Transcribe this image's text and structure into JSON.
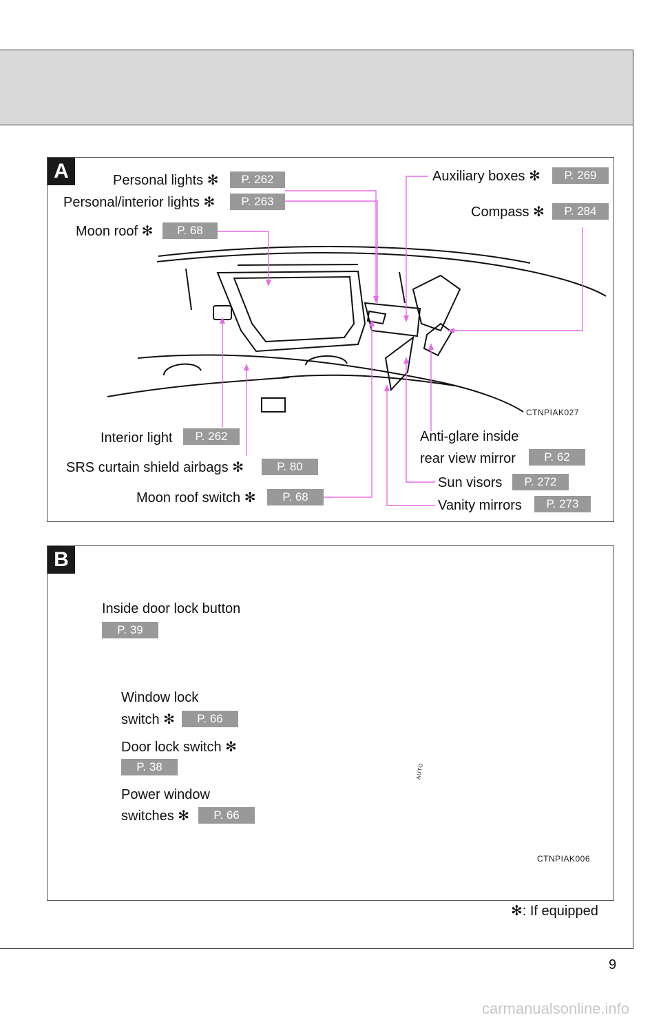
{
  "star": "✻",
  "panel_a": {
    "tag": "A",
    "personal_lights": {
      "label": "Personal lights",
      "page": "P. 262"
    },
    "personal_interior_lights": {
      "label": "Personal/interior lights",
      "page": "P. 263"
    },
    "moon_roof": {
      "label": "Moon roof",
      "page": "P. 68"
    },
    "auxiliary_boxes": {
      "label": "Auxiliary boxes",
      "page": "P. 269"
    },
    "compass": {
      "label": "Compass",
      "page": "P. 284"
    },
    "interior_light": {
      "label": "Interior light",
      "page": "P. 262"
    },
    "srs_airbags": {
      "label": "SRS curtain shield airbags",
      "page": "P. 80"
    },
    "moon_roof_switch": {
      "label": "Moon roof switch",
      "page": "P. 68"
    },
    "anti_glare_mirror": {
      "label_line1": "Anti-glare inside",
      "label_line2": "rear view mirror",
      "page": "P. 62"
    },
    "sun_visors": {
      "label": "Sun visors",
      "page": "P. 272"
    },
    "vanity_mirrors": {
      "label": "Vanity mirrors",
      "page": "P. 273"
    },
    "image_code": "CTNPIAK027"
  },
  "panel_b": {
    "tag": "B",
    "inside_door_lock": {
      "label": "Inside door lock button",
      "page": "P. 39"
    },
    "window_lock": {
      "label_line1": "Window lock",
      "label_line2": "switch",
      "page": "P. 66"
    },
    "door_lock_switch": {
      "label": "Door lock switch",
      "page": "P. 38"
    },
    "power_window": {
      "label_line1": "Power window",
      "label_line2": "switches",
      "page": "P. 66"
    },
    "auto_label": "AUTO",
    "image_code": "CTNPIAK006"
  },
  "footnote": ": If equipped",
  "page_number": "9",
  "watermark": "carmanualsonline.info",
  "colors": {
    "callout_line": "#e86ce8",
    "badge": "#999999",
    "header_band": "#d9d9d9"
  }
}
